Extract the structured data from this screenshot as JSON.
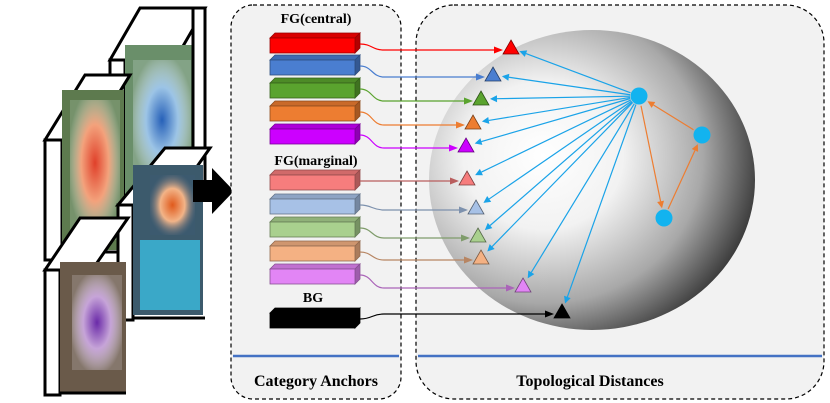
{
  "panels": {
    "anchors": {
      "caption": "Category Anchors",
      "fg_central_label": "FG(central)",
      "fg_marginal_label": "FG(marginal)",
      "bg_label": "BG"
    },
    "distances": {
      "caption": "Topological Distances"
    }
  },
  "colors": {
    "central": [
      "#ff0000",
      "#4a7ed0",
      "#5aa32e",
      "#ed7d31",
      "#cc00ff"
    ],
    "marginal": [
      "#f67d7d",
      "#a7c1e6",
      "#a9d08e",
      "#f4b183",
      "#e285f5"
    ],
    "bg": "#000000",
    "node": "#12b3ef",
    "distance_line": "#1aa3e8",
    "node_edge": "#ed7d31",
    "divider": "#4472c4",
    "arrow_block": "#000000"
  },
  "icons": {
    "feature_maps": "stacked-image-feature-maps",
    "flow_arrow": "right-block-arrow"
  }
}
